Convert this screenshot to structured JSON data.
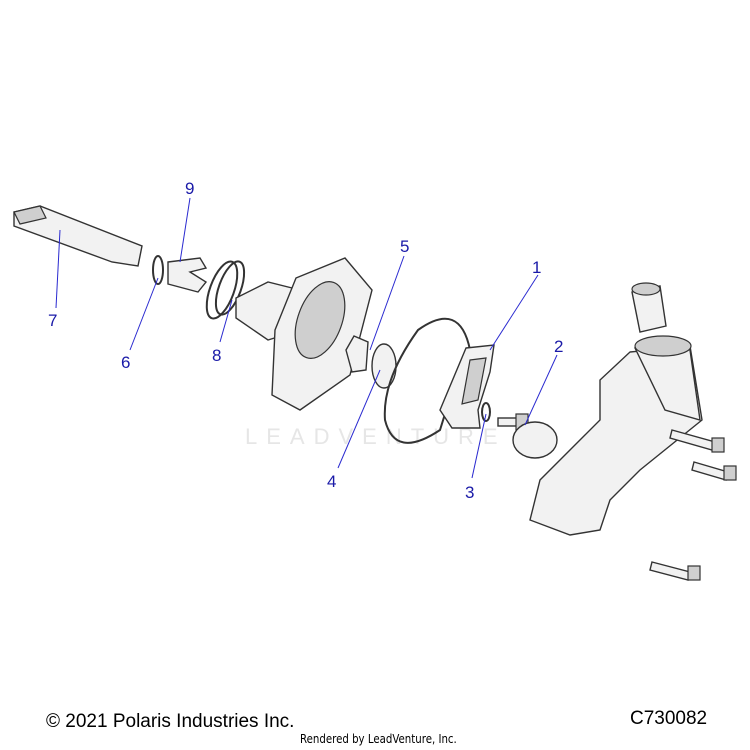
{
  "watermark": "LEADVENTURE",
  "callouts": [
    {
      "label": "1"
    },
    {
      "label": "2"
    },
    {
      "label": "3"
    },
    {
      "label": "4"
    },
    {
      "label": "5"
    },
    {
      "label": "6"
    },
    {
      "label": "7"
    },
    {
      "label": "8"
    },
    {
      "label": "9"
    }
  ],
  "footer": {
    "copyright": "© 2021 Polaris Industries Inc.",
    "diagram_code": "C730082",
    "rendered_by": "Rendered by LeadVenture, Inc."
  }
}
